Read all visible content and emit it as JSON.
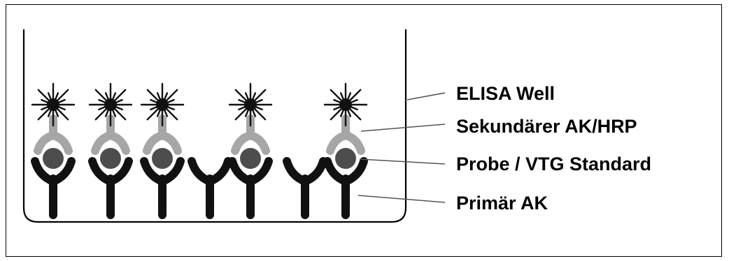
{
  "labels": {
    "elisa_well": "ELISA Well",
    "secondary_ak": "Sekundärer AK/HRP",
    "probe_standard": "Probe / VTG Standard",
    "primary_ak": "Primär AK"
  },
  "colors": {
    "primary_antibody": "#111111",
    "secondary_antibody": "#a6a6a6",
    "antigen": "#4d4d4d",
    "signal_star": "#111111",
    "leader_line": "#555555"
  },
  "primary_antibodies": [
    {
      "bound": true
    },
    {
      "bound": true
    },
    {
      "bound": true
    },
    {
      "bound": false
    },
    {
      "bound": true
    },
    {
      "bound": false
    },
    {
      "bound": true
    }
  ]
}
